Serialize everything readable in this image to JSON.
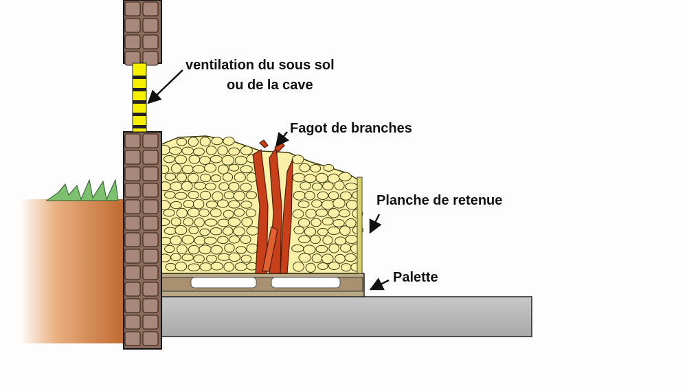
{
  "labels": {
    "ventilation_line1": "ventilation du sous sol",
    "ventilation_line2": "ou de la cave",
    "fagot": "Fagot de branches",
    "planche": "Planche de retenue",
    "palette": "Palette"
  },
  "colors": {
    "wall": "#8a6a5a",
    "soil": "#c8753a",
    "stones": "#fbf0a8",
    "fagot": "#c8401a",
    "ventilation": "#f5f000",
    "slab": "#b4b4b4",
    "plank": "#d8d060"
  }
}
